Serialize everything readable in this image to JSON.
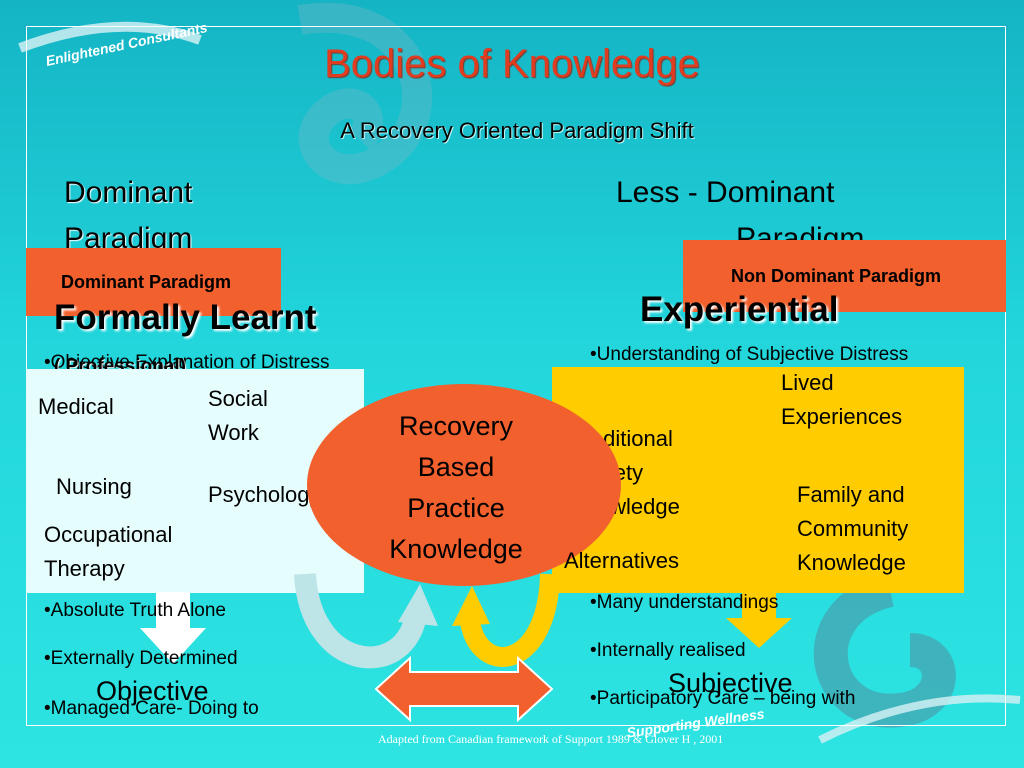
{
  "slide": {
    "title": "Bodies of Knowledge",
    "subtitle": "A Recovery Oriented  Paradigm Shift",
    "footer": "Adapted from Canadian framework of Support 1989 & Glover H , 2001",
    "logo_top": "Enlightened Consultants",
    "logo_bottom": "Supporting Wellness"
  },
  "left": {
    "paradigm_line1": "Dominant",
    "paradigm_line2": "Paradigm",
    "box_label": "Dominant Paradigm",
    "heading": "Formally Learnt",
    "subheading": "( Professional)",
    "bullet_top": "•Objective Explanation  of Distress",
    "items": {
      "medical": "Medical",
      "social_work_1": "Social",
      "social_work_2": "Work",
      "nursing": "Nursing",
      "psychology": "Psychology",
      "ot_1": "Occupational",
      "ot_2": "Therapy"
    },
    "bullets": [
      "•Absolute Truth Alone",
      "•Externally Determined",
      "•Managed Care- Doing to"
    ],
    "bottom_label": "Objective"
  },
  "right": {
    "paradigm_line1": "Less - Dominant",
    "paradigm_line2": "Paradigm",
    "box_label": "Non Dominant Paradigm",
    "heading": "Experiential",
    "bullet_top": "•Understanding of Subjective Distress",
    "items": {
      "lived_1": "Lived",
      "lived_2": "Experiences",
      "trad_1": "Traditional",
      "trad_2": "Society",
      "trad_3": "Knowledge",
      "family_1": "Family and",
      "family_2": "Community",
      "family_3": "Knowledge",
      "alternatives": "Alternatives"
    },
    "bullets": [
      "•Many understandings",
      "•Internally realised",
      "•Participatory Care – being with"
    ],
    "bottom_label": "Subjective"
  },
  "center": {
    "line1": "Recovery",
    "line2": "Based",
    "line3": "Practice",
    "line4": "Knowledge"
  },
  "colors": {
    "title": "#e13b20",
    "orange": "#f2602e",
    "yellow": "#ffcc00",
    "panel_left": "#e6fdfd"
  }
}
